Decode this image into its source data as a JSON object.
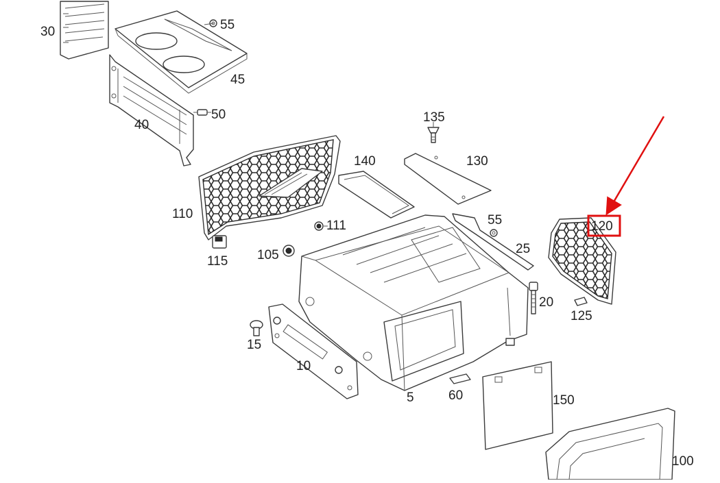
{
  "diagram": {
    "labels": [
      {
        "id": "30",
        "text": "30"
      },
      {
        "id": "55a",
        "text": "55"
      },
      {
        "id": "45",
        "text": "45"
      },
      {
        "id": "50",
        "text": "50"
      },
      {
        "id": "40",
        "text": "40"
      },
      {
        "id": "135",
        "text": "135"
      },
      {
        "id": "140",
        "text": "140"
      },
      {
        "id": "130",
        "text": "130"
      },
      {
        "id": "110",
        "text": "110"
      },
      {
        "id": "111",
        "text": "111"
      },
      {
        "id": "55b",
        "text": "55"
      },
      {
        "id": "120",
        "text": "120"
      },
      {
        "id": "115",
        "text": "115"
      },
      {
        "id": "105",
        "text": "105"
      },
      {
        "id": "25",
        "text": "25"
      },
      {
        "id": "20",
        "text": "20"
      },
      {
        "id": "125",
        "text": "125"
      },
      {
        "id": "15",
        "text": "15"
      },
      {
        "id": "10",
        "text": "10"
      },
      {
        "id": "5",
        "text": "5"
      },
      {
        "id": "60",
        "text": "60"
      },
      {
        "id": "150",
        "text": "150"
      },
      {
        "id": "100",
        "text": "100"
      }
    ],
    "highlight": {
      "label_id": "120",
      "color": "#e01010"
    },
    "line_color": "#3a3a3a"
  }
}
